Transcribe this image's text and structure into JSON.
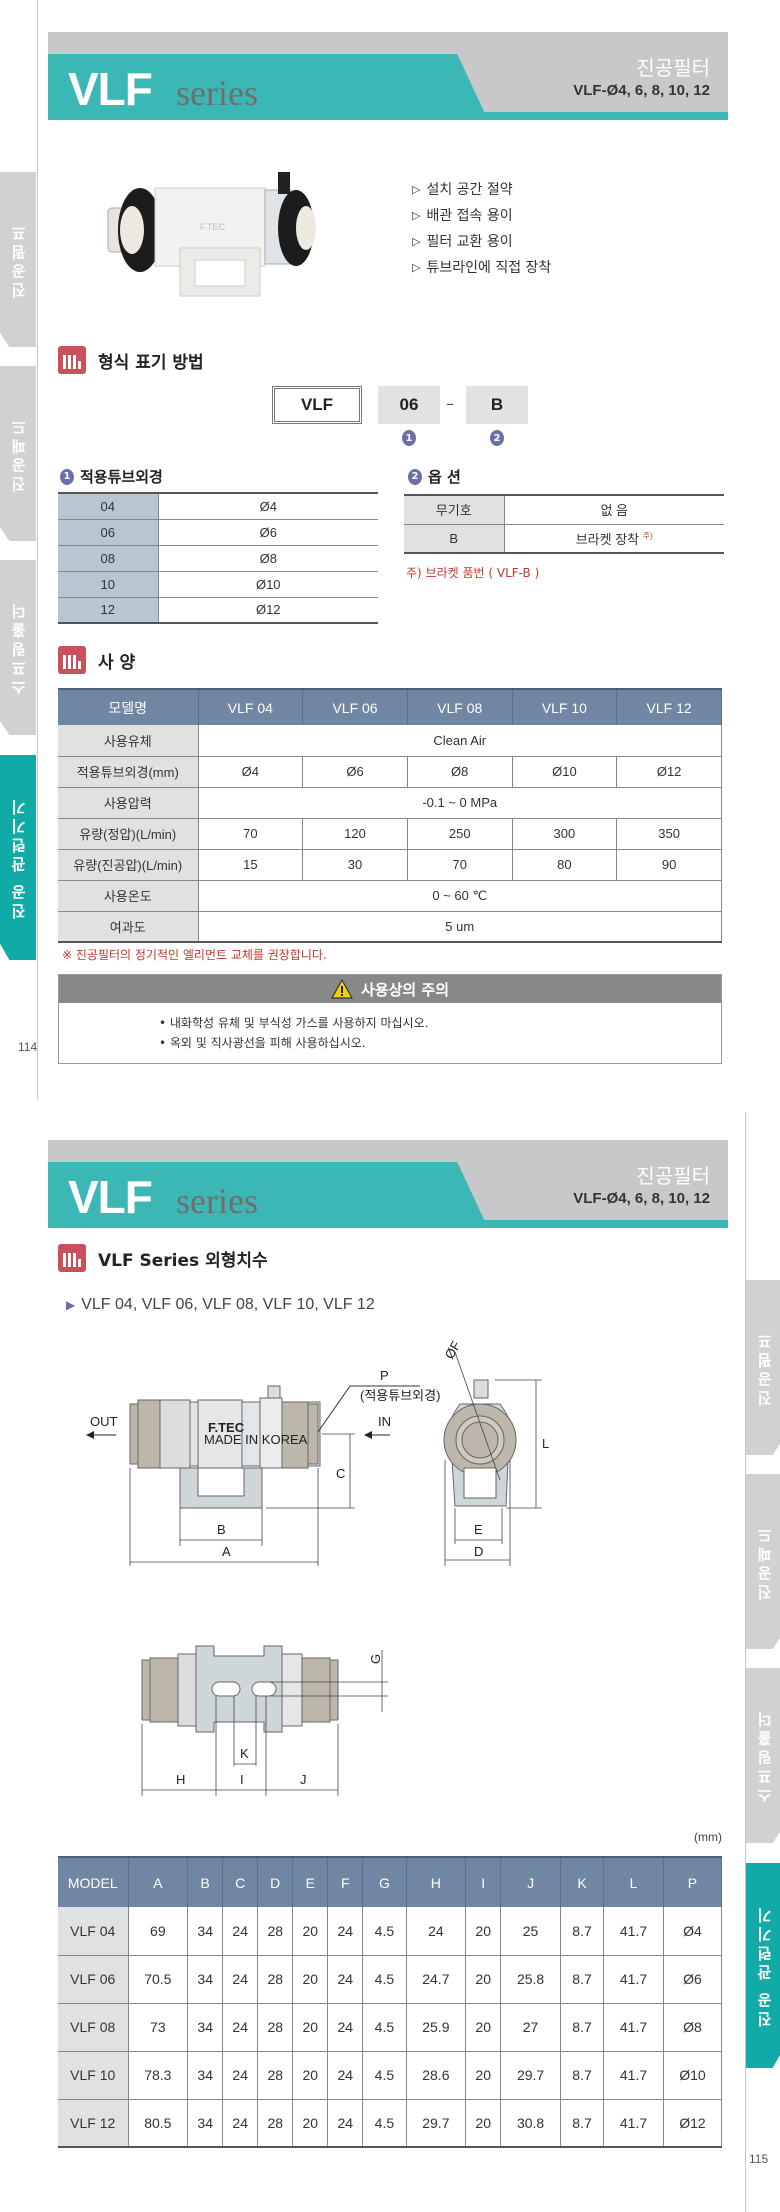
{
  "side_tabs": [
    {
      "label": "진공펌프",
      "active": false
    },
    {
      "label": "진공패드",
      "active": false
    },
    {
      "label": "스프링홀더",
      "active": false
    },
    {
      "label": "진공 관련기기",
      "active": true
    }
  ],
  "colors": {
    "teal": "#3bb8b6",
    "tab_active": "#11aaa6",
    "tab_inactive": "#cfd1d2",
    "table_header": "#6f87a2",
    "section_icon": "#c9505c",
    "note_red": "#c0392b"
  },
  "page1": {
    "page_number": "114",
    "banner": {
      "title": "VLF",
      "series": "series",
      "korean_title": "진공필터",
      "subtitle": "VLF-Ø4, 6, 8, 10, 12"
    },
    "features": [
      "설치 공간 절약",
      "배관 접속 용이",
      "필터 교환 용이",
      "튜브라인에 직접 장착"
    ],
    "ordering": {
      "title": "형식 표기 방법",
      "code_main": "VLF",
      "code_size": "06",
      "dash": "–",
      "code_option": "B",
      "marker_1": "1",
      "marker_2": "2"
    },
    "tube_table": {
      "title": "적용튜브외경",
      "marker": "1",
      "rows": [
        {
          "code": "04",
          "value": "Ø4"
        },
        {
          "code": "06",
          "value": "Ø6"
        },
        {
          "code": "08",
          "value": "Ø8"
        },
        {
          "code": "10",
          "value": "Ø10"
        },
        {
          "code": "12",
          "value": "Ø12"
        }
      ]
    },
    "option_table": {
      "title": "옵 션",
      "marker": "2",
      "rows": [
        {
          "code": "무기호",
          "value": "없 음",
          "note_mark": ""
        },
        {
          "code": "B",
          "value": "브라켓 장착",
          "note_mark": "주)"
        }
      ],
      "note": "주) 브라켓 품번 ( VLF-B )"
    },
    "spec": {
      "title": "사 양",
      "headers": [
        "모델명",
        "VLF 04",
        "VLF 06",
        "VLF 08",
        "VLF 10",
        "VLF 12"
      ],
      "fluid": {
        "label": "사용유체",
        "value": "Clean Air"
      },
      "tube_od": {
        "label": "적용튜브외경(mm)",
        "values": [
          "Ø4",
          "Ø6",
          "Ø8",
          "Ø10",
          "Ø12"
        ]
      },
      "pressure": {
        "label": "사용압력",
        "value": "-0.1 ~ 0 MPa"
      },
      "flow_pos": {
        "label": "유량(정압)(L/min)",
        "values": [
          "70",
          "120",
          "250",
          "300",
          "350"
        ]
      },
      "flow_vac": {
        "label": "유량(진공압)(L/min)",
        "values": [
          "15",
          "30",
          "70",
          "80",
          "90"
        ]
      },
      "temp": {
        "label": "사용온도",
        "value": "0 ~ 60 ℃"
      },
      "filtration": {
        "label": "여과도",
        "value": "5 um"
      },
      "note": "※ 진공필터의 정기적인 엘리먼트 교체를 권장합니다."
    },
    "caution": {
      "title": "사용상의 주의",
      "items": [
        "• 내화학성 유체 및 부식성 가스를 사용하지 마십시오.",
        "• 옥외 및 직사광선을 피해 사용하십시오."
      ]
    }
  },
  "page2": {
    "page_number": "115",
    "banner": {
      "title": "VLF",
      "series": "series",
      "korean_title": "진공필터",
      "subtitle": "VLF-Ø4, 6, 8, 10, 12"
    },
    "section_title": "VLF  Series 외형치수",
    "models_line": "VLF 04, VLF 06, VLF 08, VLF 10, VLF 12",
    "diagram": {
      "out_label": "OUT",
      "in_label": "IN",
      "p_label": "P",
      "p_desc": "(적용튜브외경)",
      "brand": "F.TEC",
      "made_in": "MADE IN KOREA",
      "dims": [
        "A",
        "B",
        "C",
        "D",
        "E",
        "ØF",
        "L",
        "G",
        "H",
        "I",
        "J",
        "K"
      ]
    },
    "unit": "(mm)",
    "dim_table": {
      "headers": [
        "MODEL",
        "A",
        "B",
        "C",
        "D",
        "E",
        "F",
        "G",
        "H",
        "I",
        "J",
        "K",
        "L",
        "P"
      ],
      "rows": [
        [
          "VLF 04",
          "69",
          "34",
          "24",
          "28",
          "20",
          "24",
          "4.5",
          "24",
          "20",
          "25",
          "8.7",
          "41.7",
          "Ø4"
        ],
        [
          "VLF 06",
          "70.5",
          "34",
          "24",
          "28",
          "20",
          "24",
          "4.5",
          "24.7",
          "20",
          "25.8",
          "8.7",
          "41.7",
          "Ø6"
        ],
        [
          "VLF 08",
          "73",
          "34",
          "24",
          "28",
          "20",
          "24",
          "4.5",
          "25.9",
          "20",
          "27",
          "8.7",
          "41.7",
          "Ø8"
        ],
        [
          "VLF 10",
          "78.3",
          "34",
          "24",
          "28",
          "20",
          "24",
          "4.5",
          "28.6",
          "20",
          "29.7",
          "8.7",
          "41.7",
          "Ø10"
        ],
        [
          "VLF 12",
          "80.5",
          "34",
          "24",
          "28",
          "20",
          "24",
          "4.5",
          "29.7",
          "20",
          "30.8",
          "8.7",
          "41.7",
          "Ø12"
        ]
      ]
    }
  }
}
